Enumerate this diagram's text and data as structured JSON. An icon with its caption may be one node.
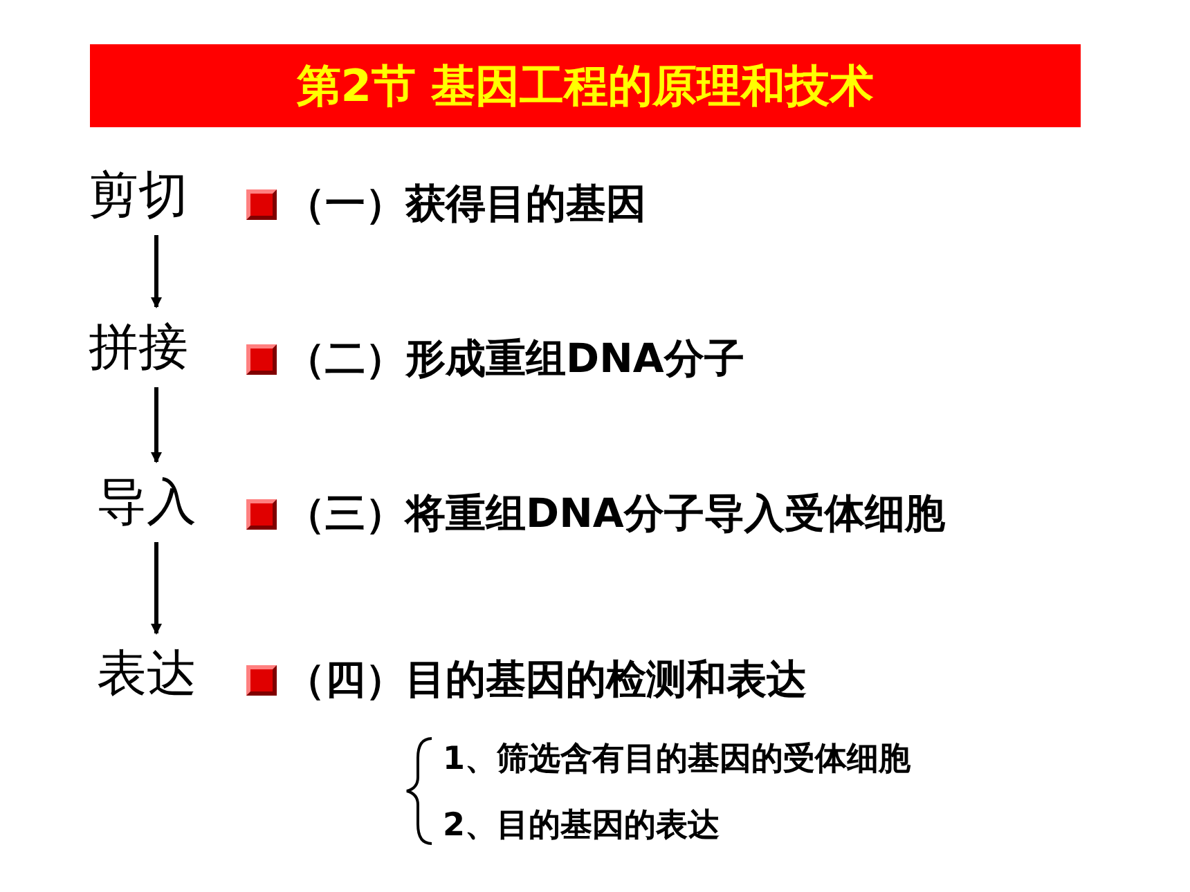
{
  "diagram": {
    "title": "第2节 基因工程的原理和技术",
    "nodes": [
      {
        "text": [
          "剪切"
        ]
      },
      {
        "text": [
          "拼接"
        ]
      },
      {
        "text": [
          "导入"
        ]
      },
      {
        "text": [
          "表达"
        ]
      }
    ],
    "edges": [
      {
        "from": 0,
        "to": 1,
        "arrow": "to"
      },
      {
        "from": 1,
        "to": 2,
        "arrow": "to"
      },
      {
        "from": 2,
        "to": 3,
        "arrow": "to"
      }
    ],
    "labels": [
      "（一）获得目的基因",
      "（二）形成重组DNA分子",
      "（三）将重组DNA分子导入受体细胞",
      "（四）目的基因的检测和表达",
      "1、筛选含有目的基因的受体细胞",
      "2、目的基因的表达"
    ]
  }
}
